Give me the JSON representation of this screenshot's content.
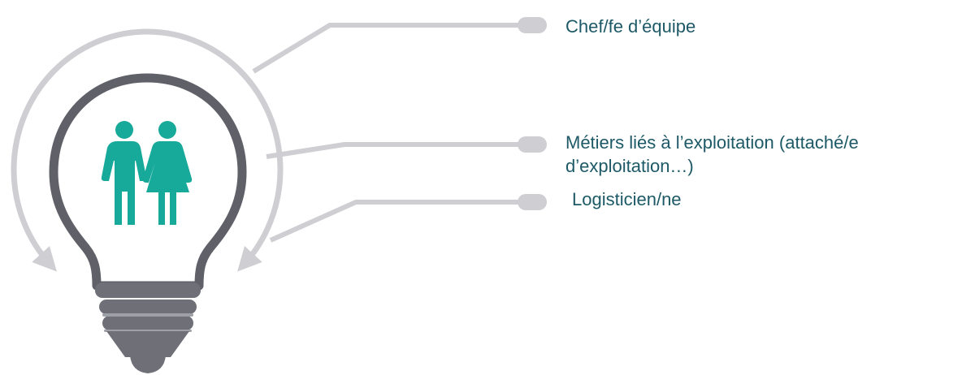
{
  "diagram": {
    "icon": "couple-icon",
    "colors": {
      "connector": "#cfcfd3",
      "bulb_outline": "#5f6068",
      "bulb_base": "#6e6f77",
      "bulb_base_light": "#9ea0a7",
      "icon": "#17a99a",
      "text": "#1d5966"
    },
    "items": [
      {
        "lines": [
          "Chef/fe d’équipe"
        ]
      },
      {
        "lines": [
          "Métiers liés à l’exploitation (attaché/e",
          "d’exploitation…)"
        ]
      },
      {
        "lines": [
          "Logisticien/ne"
        ]
      }
    ]
  }
}
